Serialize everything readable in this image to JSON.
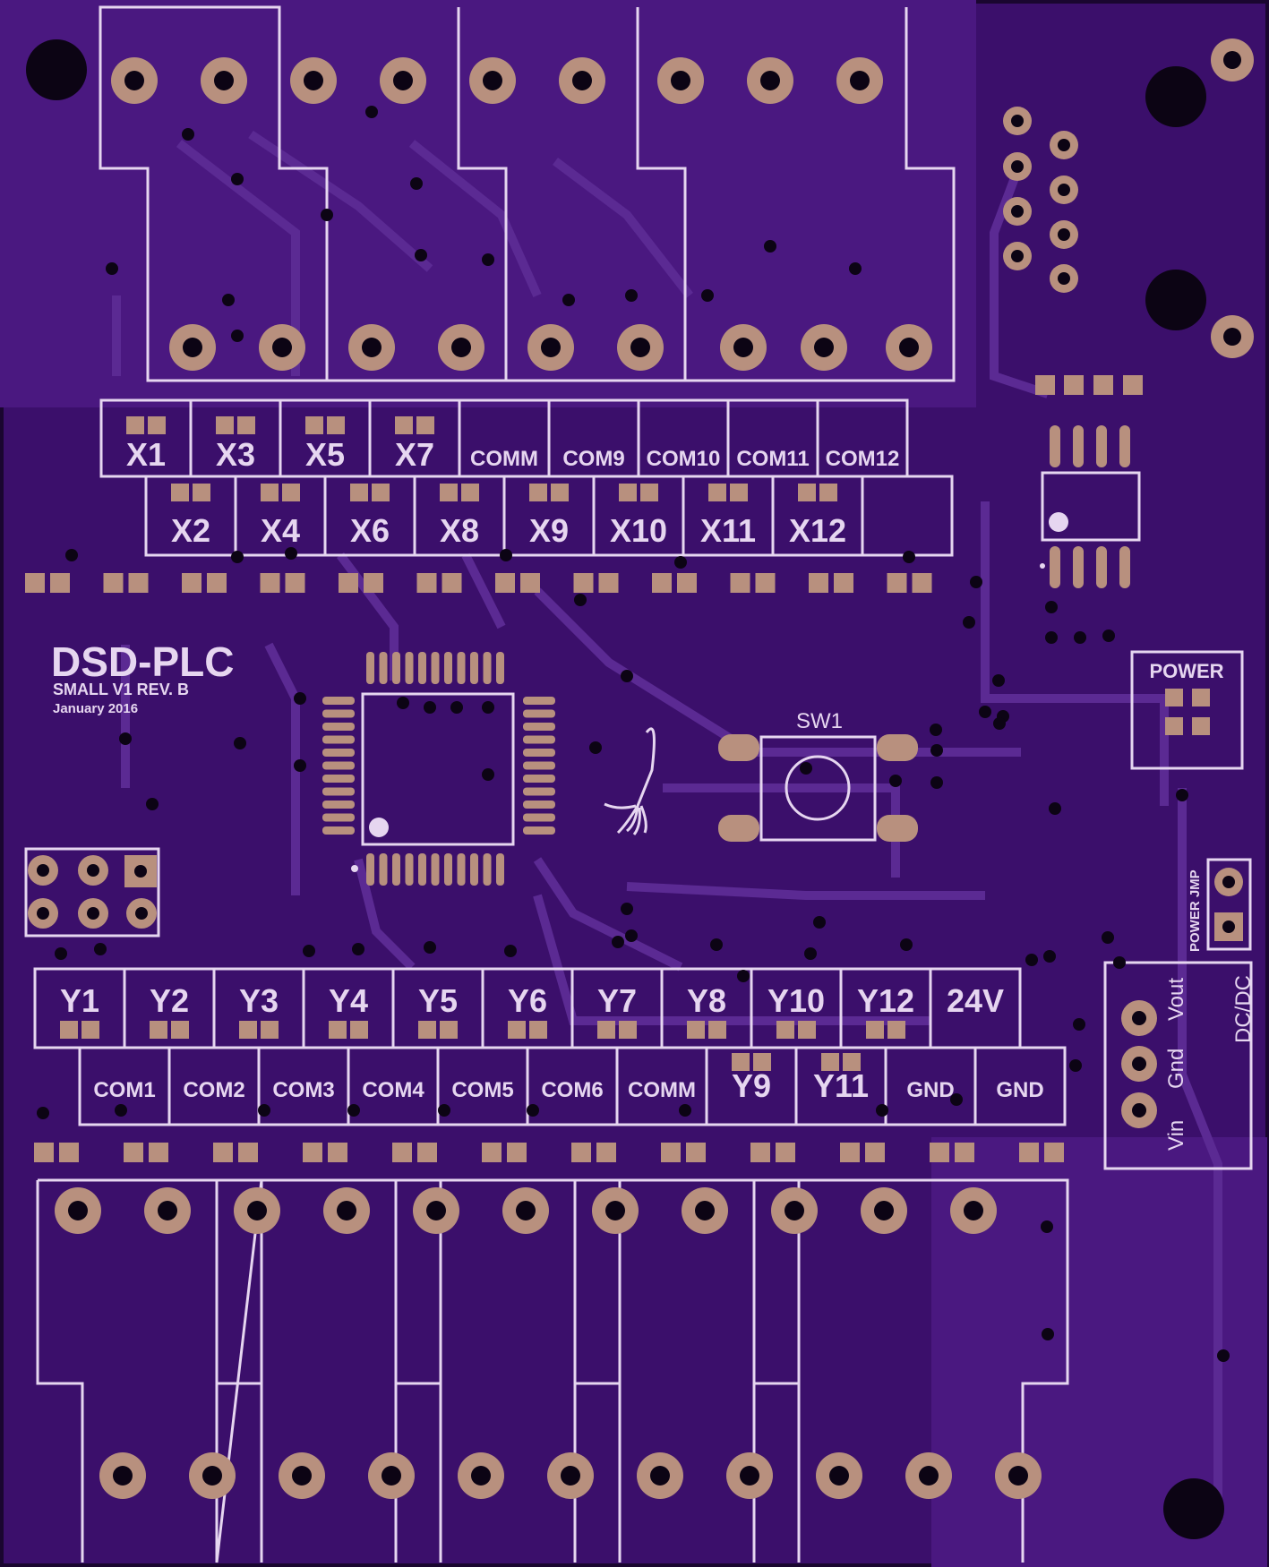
{
  "board": {
    "title": "DSD-PLC",
    "subtitle": "SMALL V1 REV. B",
    "date": "January 2016",
    "switch_label": "SW1",
    "power_label": "POWER",
    "power_jmp_label": "POWER JMP",
    "dcdc_label": "DC/DC",
    "vout_label": "Vout",
    "gnd_label": "Gnd",
    "vin_label": "Vin"
  },
  "input_terminals_top": [
    "X1",
    "X3",
    "X5",
    "X7",
    "COMM",
    "COM9",
    "COM10",
    "COM11",
    "COM12"
  ],
  "input_terminals_bottom": [
    "X2",
    "X4",
    "X6",
    "X8",
    "X9",
    "X10",
    "X11",
    "X12",
    ""
  ],
  "output_terminals_top": [
    "Y1",
    "Y2",
    "Y3",
    "Y4",
    "Y5",
    "Y6",
    "Y7",
    "Y8",
    "Y10",
    "Y12",
    "24V"
  ],
  "output_terminals_bottom": [
    "COM1",
    "COM2",
    "COM3",
    "COM4",
    "COM5",
    "COM6",
    "COMM",
    "Y9",
    "Y11",
    "GND",
    "GND"
  ],
  "colors": {
    "board": "#3b0f6b",
    "copper_fill": "#4a1880",
    "pad": "#b8907e",
    "silkscreen": "#e6d6f0",
    "trace": "#5b2a93"
  }
}
